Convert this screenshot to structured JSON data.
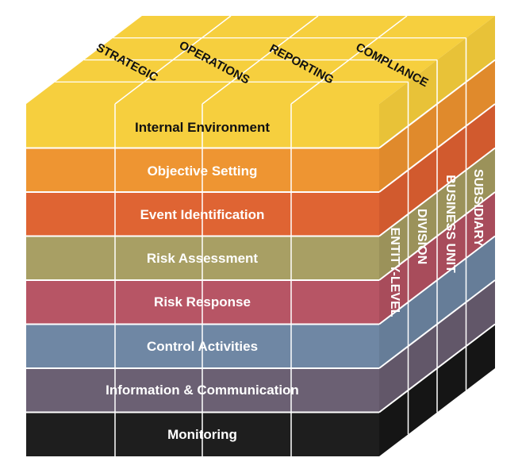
{
  "front": {
    "layers": [
      {
        "label": "Internal Environment",
        "color": "#f6cf3e",
        "side_color": "#e8c238",
        "text_color": "#111111"
      },
      {
        "label": "Objective Setting",
        "color": "#ee9532",
        "side_color": "#e08a2c",
        "text_color": "#ffffff"
      },
      {
        "label": "Event Identification",
        "color": "#df6433",
        "side_color": "#d15a2e",
        "text_color": "#ffffff"
      },
      {
        "label": "Risk Assessment",
        "color": "#a89f64",
        "side_color": "#9b925a",
        "text_color": "#ffffff"
      },
      {
        "label": "Risk Response",
        "color": "#b75565",
        "side_color": "#a84c5b",
        "text_color": "#ffffff"
      },
      {
        "label": "Control Activities",
        "color": "#6f87a4",
        "side_color": "#667d98",
        "text_color": "#ffffff"
      },
      {
        "label": "Information & Communication",
        "color": "#6b6073",
        "side_color": "#625769",
        "text_color": "#ffffff"
      },
      {
        "label": "Monitoring",
        "color": "#1e1e1e",
        "side_color": "#151515",
        "text_color": "#ffffff"
      }
    ]
  },
  "top": {
    "color": "#f6cf3e",
    "columns": [
      "STRATEGIC",
      "OPERATIONS",
      "REPORTING",
      "COMPLIANCE"
    ]
  },
  "side": {
    "labels": [
      "ENTITY-LEVEL",
      "DIVISION",
      "BUSINESS UNIT",
      "SUBSIDIARY"
    ]
  }
}
